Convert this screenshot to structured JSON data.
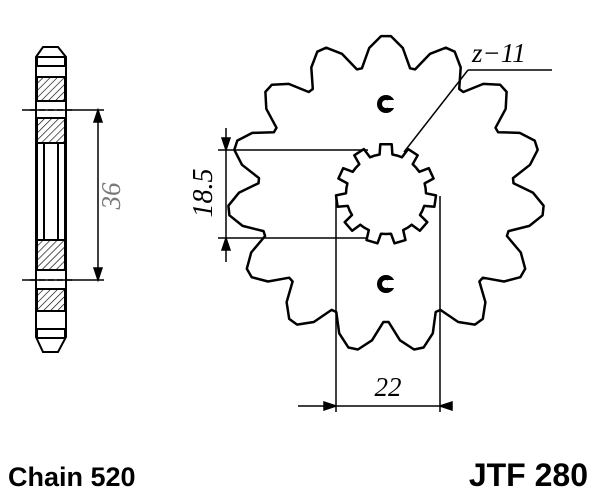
{
  "drawing": {
    "teeth_label": "z−11",
    "hub_spacing_label": "36",
    "spline_height_label": "18.5",
    "spline_width_label": "22",
    "chain_label": "Chain 520",
    "part_number": "JTF 280",
    "line_color": "#000000",
    "dim_label_color": "#7a7a7a"
  }
}
